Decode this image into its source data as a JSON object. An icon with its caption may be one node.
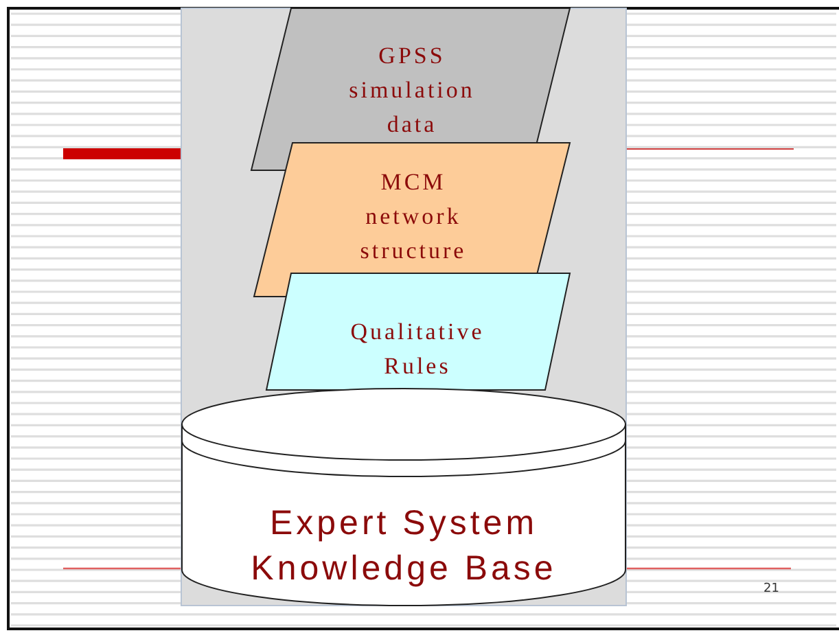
{
  "diagram": {
    "nodes": [
      {
        "text": [
          "GPSS simulation data"
        ]
      },
      {
        "text": [
          "MCM network structure"
        ]
      },
      {
        "text": [
          "Qualitative Rules"
        ]
      },
      {
        "text": [
          "Expert System Knowledge Base"
        ]
      }
    ],
    "labels": [
      "21"
    ]
  }
}
